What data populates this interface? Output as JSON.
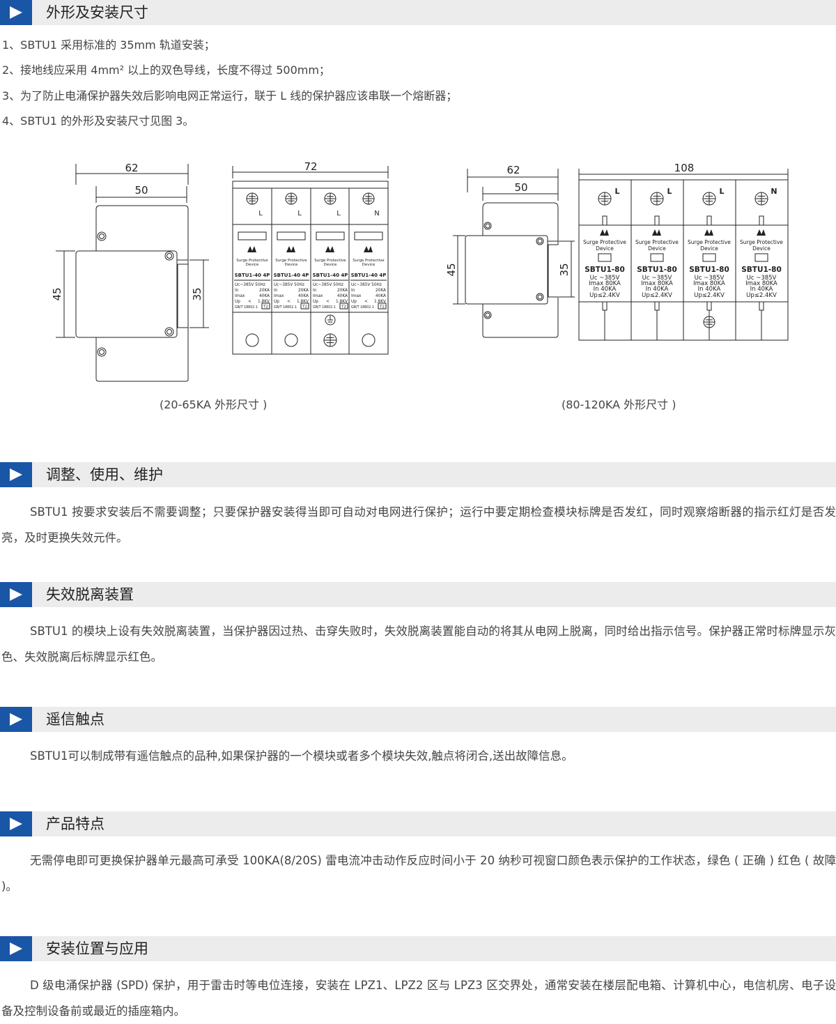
{
  "sections": {
    "dimensions": {
      "title": "外形及安装尺寸",
      "items": [
        "1、SBTU1 采用标准的 35mm 轨道安装；",
        "2、接地线应采用 4mm² 以上的双色导线，长度不得过 500mm；",
        "3、为了防止电涌保护器失效后影响电网正常运行，联于 L 线的保护器应该串联一个熔断器；",
        "4、SBTU1 的外形及安装尺寸见图 3。"
      ],
      "figures": {
        "left": {
          "caption": "(20-65KA 外形尺寸 )",
          "dims": {
            "width_total": "62",
            "width_inner": "50",
            "height_front": "45",
            "rail": "35",
            "module_width": "72"
          },
          "terminals": [
            "L",
            "L",
            "L",
            "N"
          ],
          "brand_line1": "Surge Protective",
          "brand_line2": "Device",
          "model": "SBTU1-40 4P",
          "spec_uc": "Uc~385V 50Hz",
          "spec_in_label": "In",
          "spec_in_value": "20KA",
          "spec_imax_label": "Imax",
          "spec_imax_value": "40KA",
          "spec_up_label": "Up",
          "spec_up_mid": "<",
          "spec_up_value": "1.8KV",
          "standard": "GB/T 18802.1",
          "class_label": "T2"
        },
        "right": {
          "caption": "(80-120KA 外形尺寸 )",
          "dims": {
            "width_total": "62",
            "width_inner": "50",
            "height_front": "45",
            "rail": "35",
            "module_width": "108"
          },
          "terminals": [
            "L",
            "L",
            "L",
            "N"
          ],
          "brand_line1": "Surge Protective",
          "brand_line2": "Device",
          "model": "SBTU1-80",
          "spec_uc": "Uc ~385V",
          "spec_imax": "Imax 80KA",
          "spec_in": "In    40KA",
          "spec_up": "Up≤2.4KV"
        }
      }
    },
    "adjust": {
      "title": "调整、使用、维护",
      "text": "SBTU1 按要求安装后不需要调整；只要保护器安装得当即可自动对电网进行保护；运行中要定期检查模块标牌是否发红，同时观察熔断器的指示红灯是否发亮，及时更换失效元件。"
    },
    "failure": {
      "title": "失效脱离装置",
      "text": "SBTU1 的模块上设有失效脱离装置，当保护器因过热、击穿失败时，失效脱离装置能自动的将其从电网上脱离，同时给出指示信号。保护器正常时标牌显示灰色、失效脱离后标牌显示红色。"
    },
    "remote": {
      "title": "遥信触点",
      "text": "SBTU1可以制成带有遥信触点的品种,如果保护器的一个模块或者多个模块失效,触点将闭合,送出故障信息。"
    },
    "features": {
      "title": "产品特点",
      "text": "无需停电即可更换保护器单元最高可承受 100KA(8/20S) 雷电流冲击动作反应时间小于 20 纳秒可视窗口颜色表示保护的工作状态，绿色 ( 正确 ) 红色 ( 故障 )。"
    },
    "install": {
      "title": "安装位置与应用",
      "text": "D 级电涌保护器 (SPD) 保护，用于雷击时等电位连接，安装在 LPZ1、LPZ2 区与 LPZ3 区交界处，通常安装在楼层配电箱、计算机中心，电信机房、电子设备及控制设备前或最近的插座箱内。"
    }
  },
  "colors": {
    "accent": "#1a56a6",
    "header_bg": "#ececec",
    "text": "#444444"
  }
}
